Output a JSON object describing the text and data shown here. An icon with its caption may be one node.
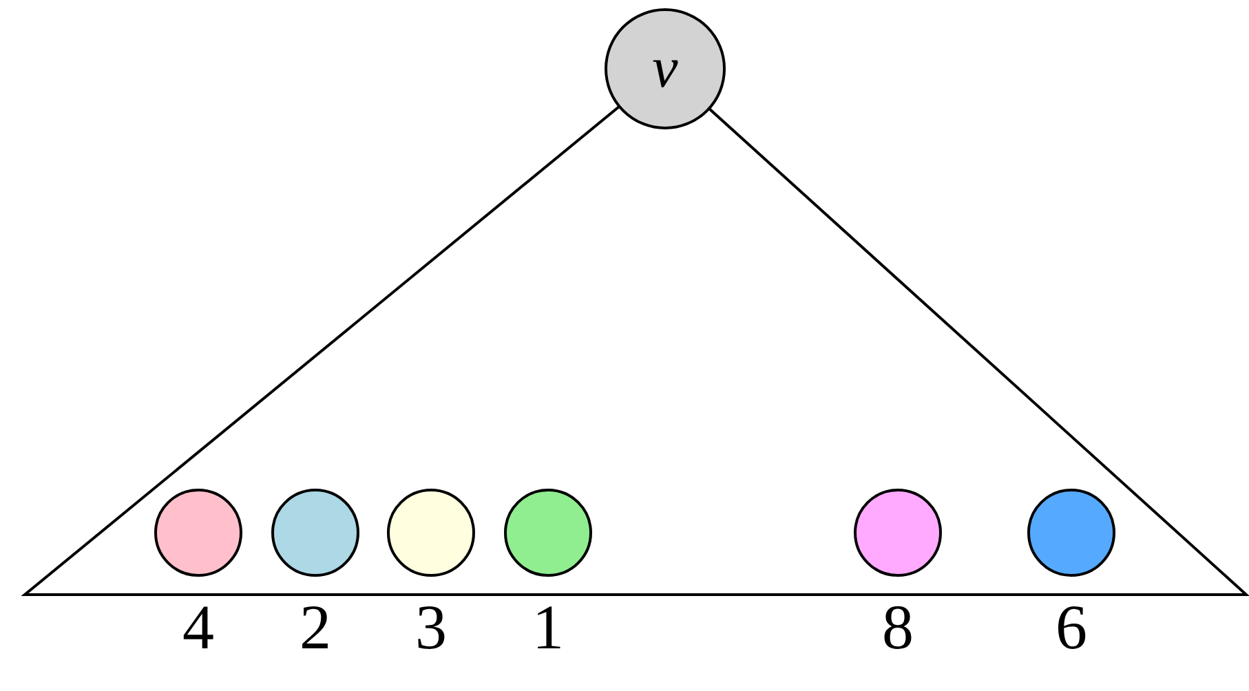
{
  "diagram": {
    "nodes": [
      {
        "text": [
          "v"
        ]
      },
      {
        "text": [],
        "shape": "circle",
        "beside": [
          "4"
        ]
      },
      {
        "text": [],
        "shape": "circle",
        "beside": [
          "2"
        ]
      },
      {
        "text": [],
        "shape": "circle",
        "beside": [
          "3"
        ]
      },
      {
        "text": [],
        "shape": "circle",
        "beside": [
          "1"
        ]
      },
      {
        "text": [],
        "shape": "circle",
        "beside": [
          "8"
        ]
      },
      {
        "text": [],
        "shape": "circle",
        "beside": [
          "6"
        ]
      }
    ]
  }
}
